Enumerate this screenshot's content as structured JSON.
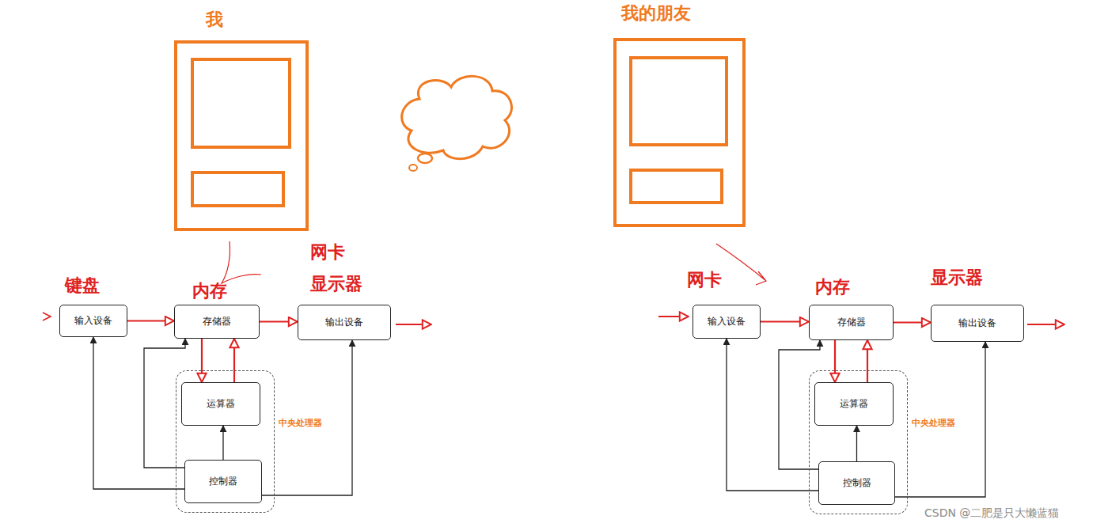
{
  "diagram": {
    "nodes": [
      {
        "text": [
          "输入设备"
        ]
      },
      {
        "text": [
          "存储器"
        ]
      },
      {
        "text": [
          "输出设备"
        ]
      },
      {
        "text": [
          "中央处理器"
        ]
      },
      {
        "text": [
          "运算器"
        ],
        "in": 3
      },
      {
        "text": [
          "控制器"
        ],
        "in": 3
      },
      {
        "text": [
          "输入设备"
        ]
      },
      {
        "text": [
          "存储器"
        ]
      },
      {
        "text": [
          "输出设备"
        ]
      },
      {
        "text": [
          "中央处理器"
        ]
      },
      {
        "text": [
          "运算器"
        ],
        "in": 9
      },
      {
        "text": [
          "控制器"
        ],
        "in": 9
      }
    ],
    "edges": [
      {
        "from": 0,
        "to": 1,
        "arrow": "to"
      },
      {
        "from": 1,
        "to": 2,
        "arrow": "to"
      },
      {
        "from": 1,
        "to": 4,
        "arrow": "to"
      },
      {
        "from": 4,
        "to": 1,
        "arrow": "to"
      },
      {
        "from": 5,
        "to": 0,
        "arrow": "to"
      },
      {
        "from": 5,
        "to": 1,
        "arrow": "to"
      },
      {
        "from": 5,
        "to": 4,
        "arrow": "to"
      },
      {
        "from": 5,
        "to": 2,
        "arrow": "to"
      },
      {
        "from": 6,
        "to": 7,
        "arrow": "to"
      },
      {
        "from": 7,
        "to": 8,
        "arrow": "to"
      },
      {
        "from": 7,
        "to": 10,
        "arrow": "to"
      },
      {
        "from": 10,
        "to": 7,
        "arrow": "to"
      },
      {
        "from": 11,
        "to": 6,
        "arrow": "to"
      },
      {
        "from": 11,
        "to": 7,
        "arrow": "to"
      },
      {
        "from": 11,
        "to": 10,
        "arrow": "to"
      },
      {
        "from": 11,
        "to": 8,
        "arrow": "to"
      }
    ],
    "labels": [
      "我",
      "我的朋友",
      "键盘",
      "内存",
      "网卡",
      "显示器",
      "网卡",
      "内存",
      "显示器",
      "CSDN @二肥是只大懒蓝猫"
    ]
  }
}
